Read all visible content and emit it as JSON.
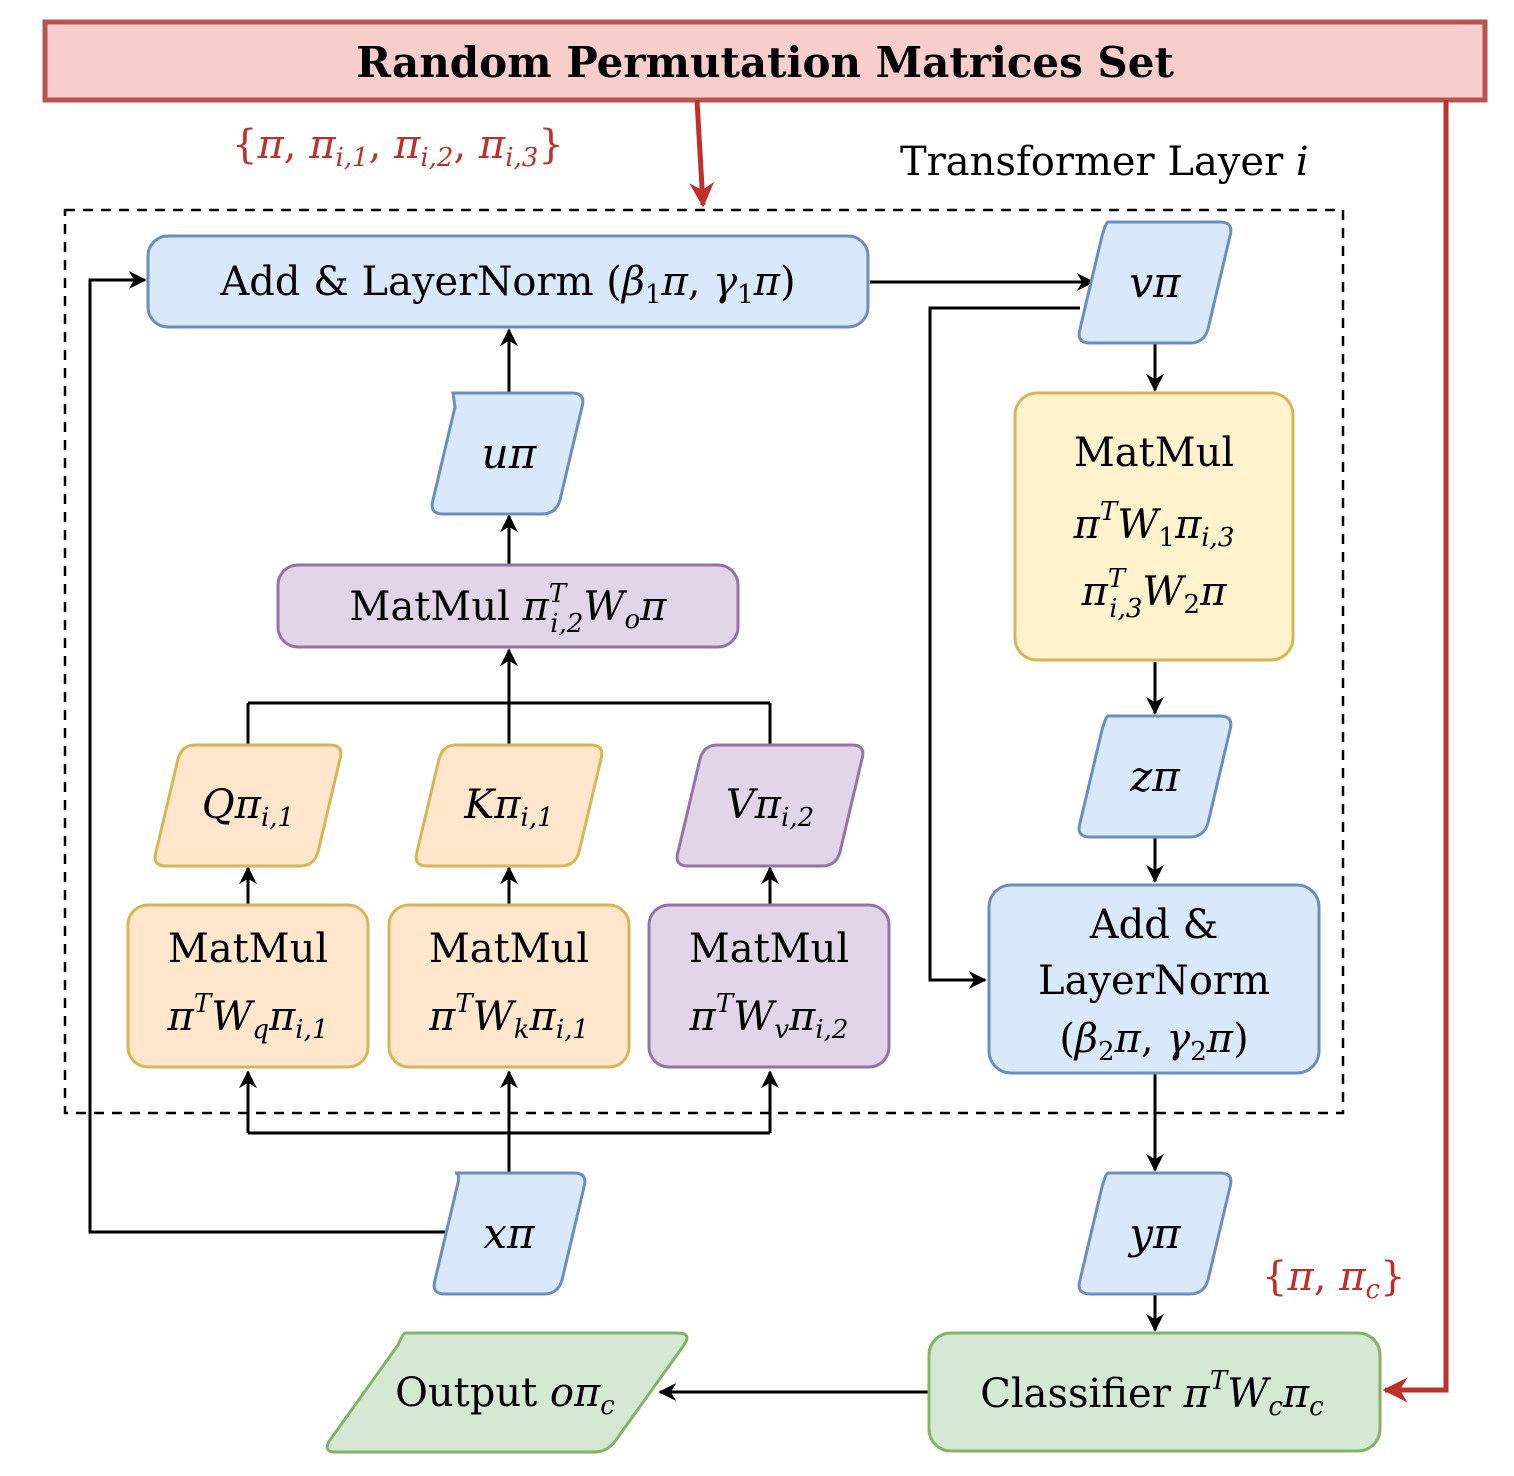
{
  "banner": {
    "title": "Random Permutation Matrices Set"
  },
  "layer_label": {
    "text": "Transformer Layer",
    "index": "i"
  },
  "perm_sets": {
    "layer": {
      "open": "{",
      "pi": "π",
      "comma": ",",
      "pi1": "π",
      "sub1": "i,1",
      "pi2": "π",
      "sub2": "i,2",
      "pi3": "π",
      "sub3": "i,3",
      "close": "}"
    },
    "classifier": {
      "open": "{",
      "pi": "π",
      "comma": ",",
      "pic": "π",
      "subc": "c",
      "close": "}"
    }
  },
  "nodes": {
    "add_ln1": {
      "text": "Add & LayerNorm",
      "open": "(",
      "beta": "β",
      "b_sub": "1",
      "pi_a": "π",
      "comma": ",",
      "gamma": "γ",
      "g_sub": "1",
      "pi_b": "π",
      "close": ")"
    },
    "u": {
      "text": "uπ"
    },
    "matmul_o": {
      "text": "MatMul",
      "pi": "π",
      "sup": "T",
      "sub": "i,2",
      "w": "W",
      "w_sub": "o",
      "pi_end": "π"
    },
    "q": {
      "var": "Q",
      "pi": "π",
      "sub": "i,1"
    },
    "k": {
      "var": "K",
      "pi": "π",
      "sub": "i,1"
    },
    "v": {
      "var": "V",
      "pi": "π",
      "sub": "i,2"
    },
    "matmul_q": {
      "title": "MatMul",
      "pi": "π",
      "sup": "T",
      "w": "W",
      "w_sub": "q",
      "pi2": "π",
      "sub": "i,1"
    },
    "matmul_k": {
      "title": "MatMul",
      "pi": "π",
      "sup": "T",
      "w": "W",
      "w_sub": "k",
      "pi2": "π",
      "sub": "i,1"
    },
    "matmul_v": {
      "title": "MatMul",
      "pi": "π",
      "sup": "T",
      "w": "W",
      "w_sub": "v",
      "pi2": "π",
      "sub": "i,2"
    },
    "x": {
      "text": "xπ"
    },
    "vpi": {
      "text": "vπ"
    },
    "ffn": {
      "title": "MatMul",
      "l1_pi": "π",
      "l1_sup": "T",
      "l1_w": "W",
      "l1_wsub": "1",
      "l1_pi2": "π",
      "l1_sub": "i,3",
      "l2_pi": "π",
      "l2_sup": "T",
      "l2_sub": "i,3",
      "l2_w": "W",
      "l2_wsub": "2",
      "l2_pi2": "π"
    },
    "z": {
      "text": "zπ"
    },
    "add_ln2": {
      "line1": "Add &",
      "line2": "LayerNorm",
      "open": "(",
      "beta": "β",
      "b_sub": "2",
      "pi_a": "π",
      "comma": ",",
      "gamma": "γ",
      "g_sub": "2",
      "pi_b": "π",
      "close": ")"
    },
    "y": {
      "text": "yπ"
    },
    "classifier": {
      "text": "Classifier",
      "pi": "π",
      "sup": "T",
      "w": "W",
      "w_sub": "c",
      "pi2": "π",
      "sub": "c"
    },
    "output": {
      "text": "Output",
      "o": "oπ",
      "sub": "c"
    }
  },
  "colors": {
    "blue_fill": "#dae8fc",
    "blue_stroke": "#6c8ebf",
    "orange_fill": "#ffe6cc",
    "orange_stroke": "#d6b656",
    "purple_fill": "#e1d5e7",
    "purple_stroke": "#9673a6",
    "yellow_fill": "#fff2cc",
    "yellow_stroke": "#d6b656",
    "green_fill": "#d5e8d4",
    "green_stroke": "#82b366",
    "red_fill": "#f8cecc",
    "red_stroke": "#b85450",
    "red_arrow": "#c0302b"
  }
}
